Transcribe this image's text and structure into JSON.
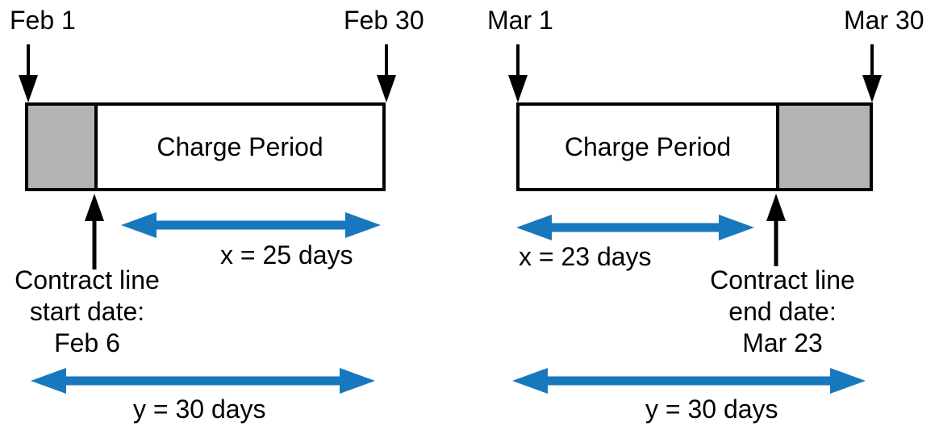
{
  "colors": {
    "arrow_blue": "#1878be",
    "prorated_gray": "#b3b3b3",
    "line_black": "#000000"
  },
  "panels": [
    {
      "period_start_label": "Feb 1",
      "period_end_label": "Feb 30",
      "bar_label": "Charge Period",
      "contract_note_line1": "Contract line",
      "contract_note_line2": "start date:",
      "contract_note_line3": "Feb 6",
      "x_span_label": "x = 25 days",
      "y_span_label": "y = 30 days"
    },
    {
      "period_start_label": "Mar 1",
      "period_end_label": "Mar 30",
      "bar_label": "Charge Period",
      "contract_note_line1": "Contract line",
      "contract_note_line2": "end date:",
      "contract_note_line3": "Mar 23",
      "x_span_label": "x = 23 days",
      "y_span_label": "y = 30 days"
    }
  ]
}
